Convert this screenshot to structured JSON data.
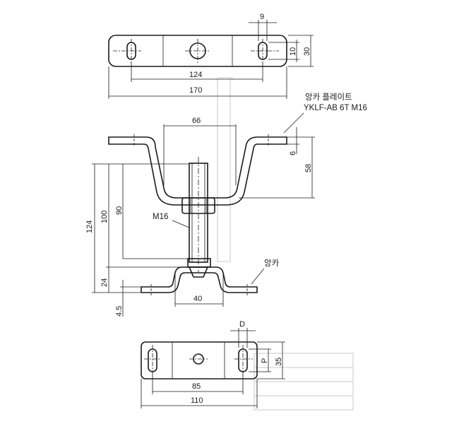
{
  "title_top": "",
  "dims": {
    "top_slot_width": "9",
    "top_slot_height": "10",
    "top_height": "30",
    "top_hole_spacing": "124",
    "top_length": "170",
    "mid_width": "66",
    "mid_thickness": "6",
    "mid_height": "58",
    "total_height": "124",
    "h100": "100",
    "h90": "90",
    "foot_height": "24",
    "foot_thickness": "4.5",
    "foot_width": "40",
    "bot_slot": "D",
    "bot_pitch": "P",
    "bot_height": "35",
    "bot_hole_spacing": "85",
    "bot_length": "110"
  },
  "labels": {
    "plate_kr": "앙카 플레이트",
    "plate_code": "YKLF-AB 6T M16",
    "bolt": "M16",
    "anchor": "앙카"
  },
  "colors": {
    "line": "#1a1a1a",
    "ghost": "#c8c8c8"
  }
}
